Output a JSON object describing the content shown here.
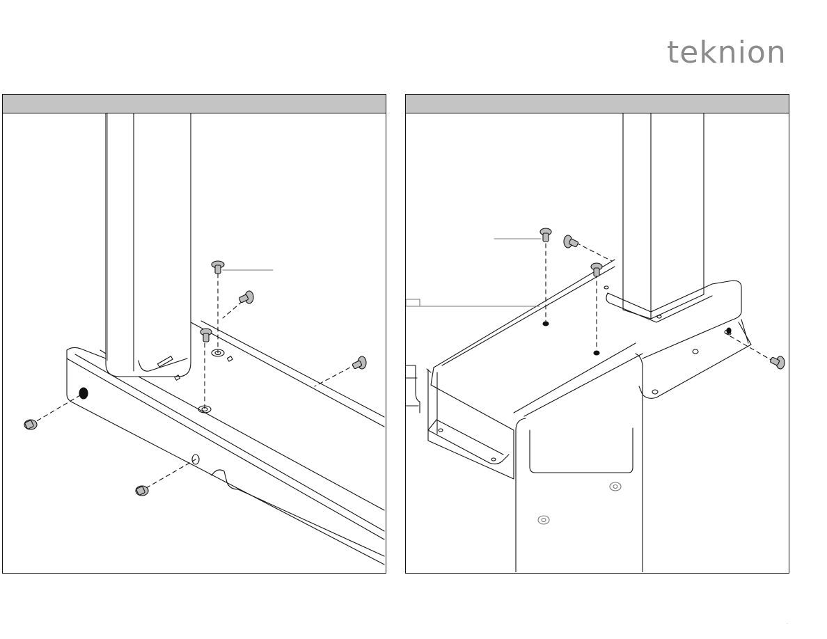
{
  "brand": {
    "logo_text": "teknion",
    "logo_color": "#8c8c8c"
  },
  "panels": [
    {
      "id": "step-left",
      "header_label": ""
    },
    {
      "id": "step-right",
      "header_label": ""
    }
  ],
  "colors": {
    "header_bg": "#c4c4c4",
    "line": "#111111",
    "screw_fill": "#bdbdbd"
  },
  "icons": [
    "screw-icon",
    "hole-icon",
    "leader-line",
    "dashed-axis"
  ],
  "page_mark": "."
}
